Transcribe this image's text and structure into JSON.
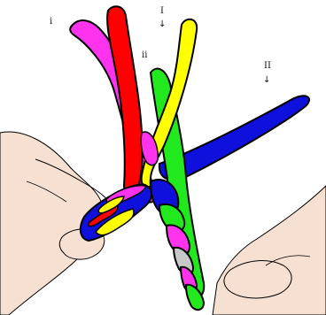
{
  "labels": {
    "i": "i",
    "I": "I",
    "I_arrow": "↓",
    "ii": "ii",
    "II": "II",
    "II_arrow": "↓"
  },
  "strands": [
    {
      "name": "magenta-strand",
      "color": "#ff33ee"
    },
    {
      "name": "red-strand",
      "color": "#ff0000"
    },
    {
      "name": "yellow-strand",
      "color": "#ffff00"
    },
    {
      "name": "green-strand",
      "color": "#22e81e"
    },
    {
      "name": "blue-strand",
      "color": "#1010dd"
    },
    {
      "name": "gray-segment",
      "color": "#c8c8c8"
    }
  ],
  "colors": {
    "skin": "#f6e0d2",
    "outline": "#000000"
  }
}
